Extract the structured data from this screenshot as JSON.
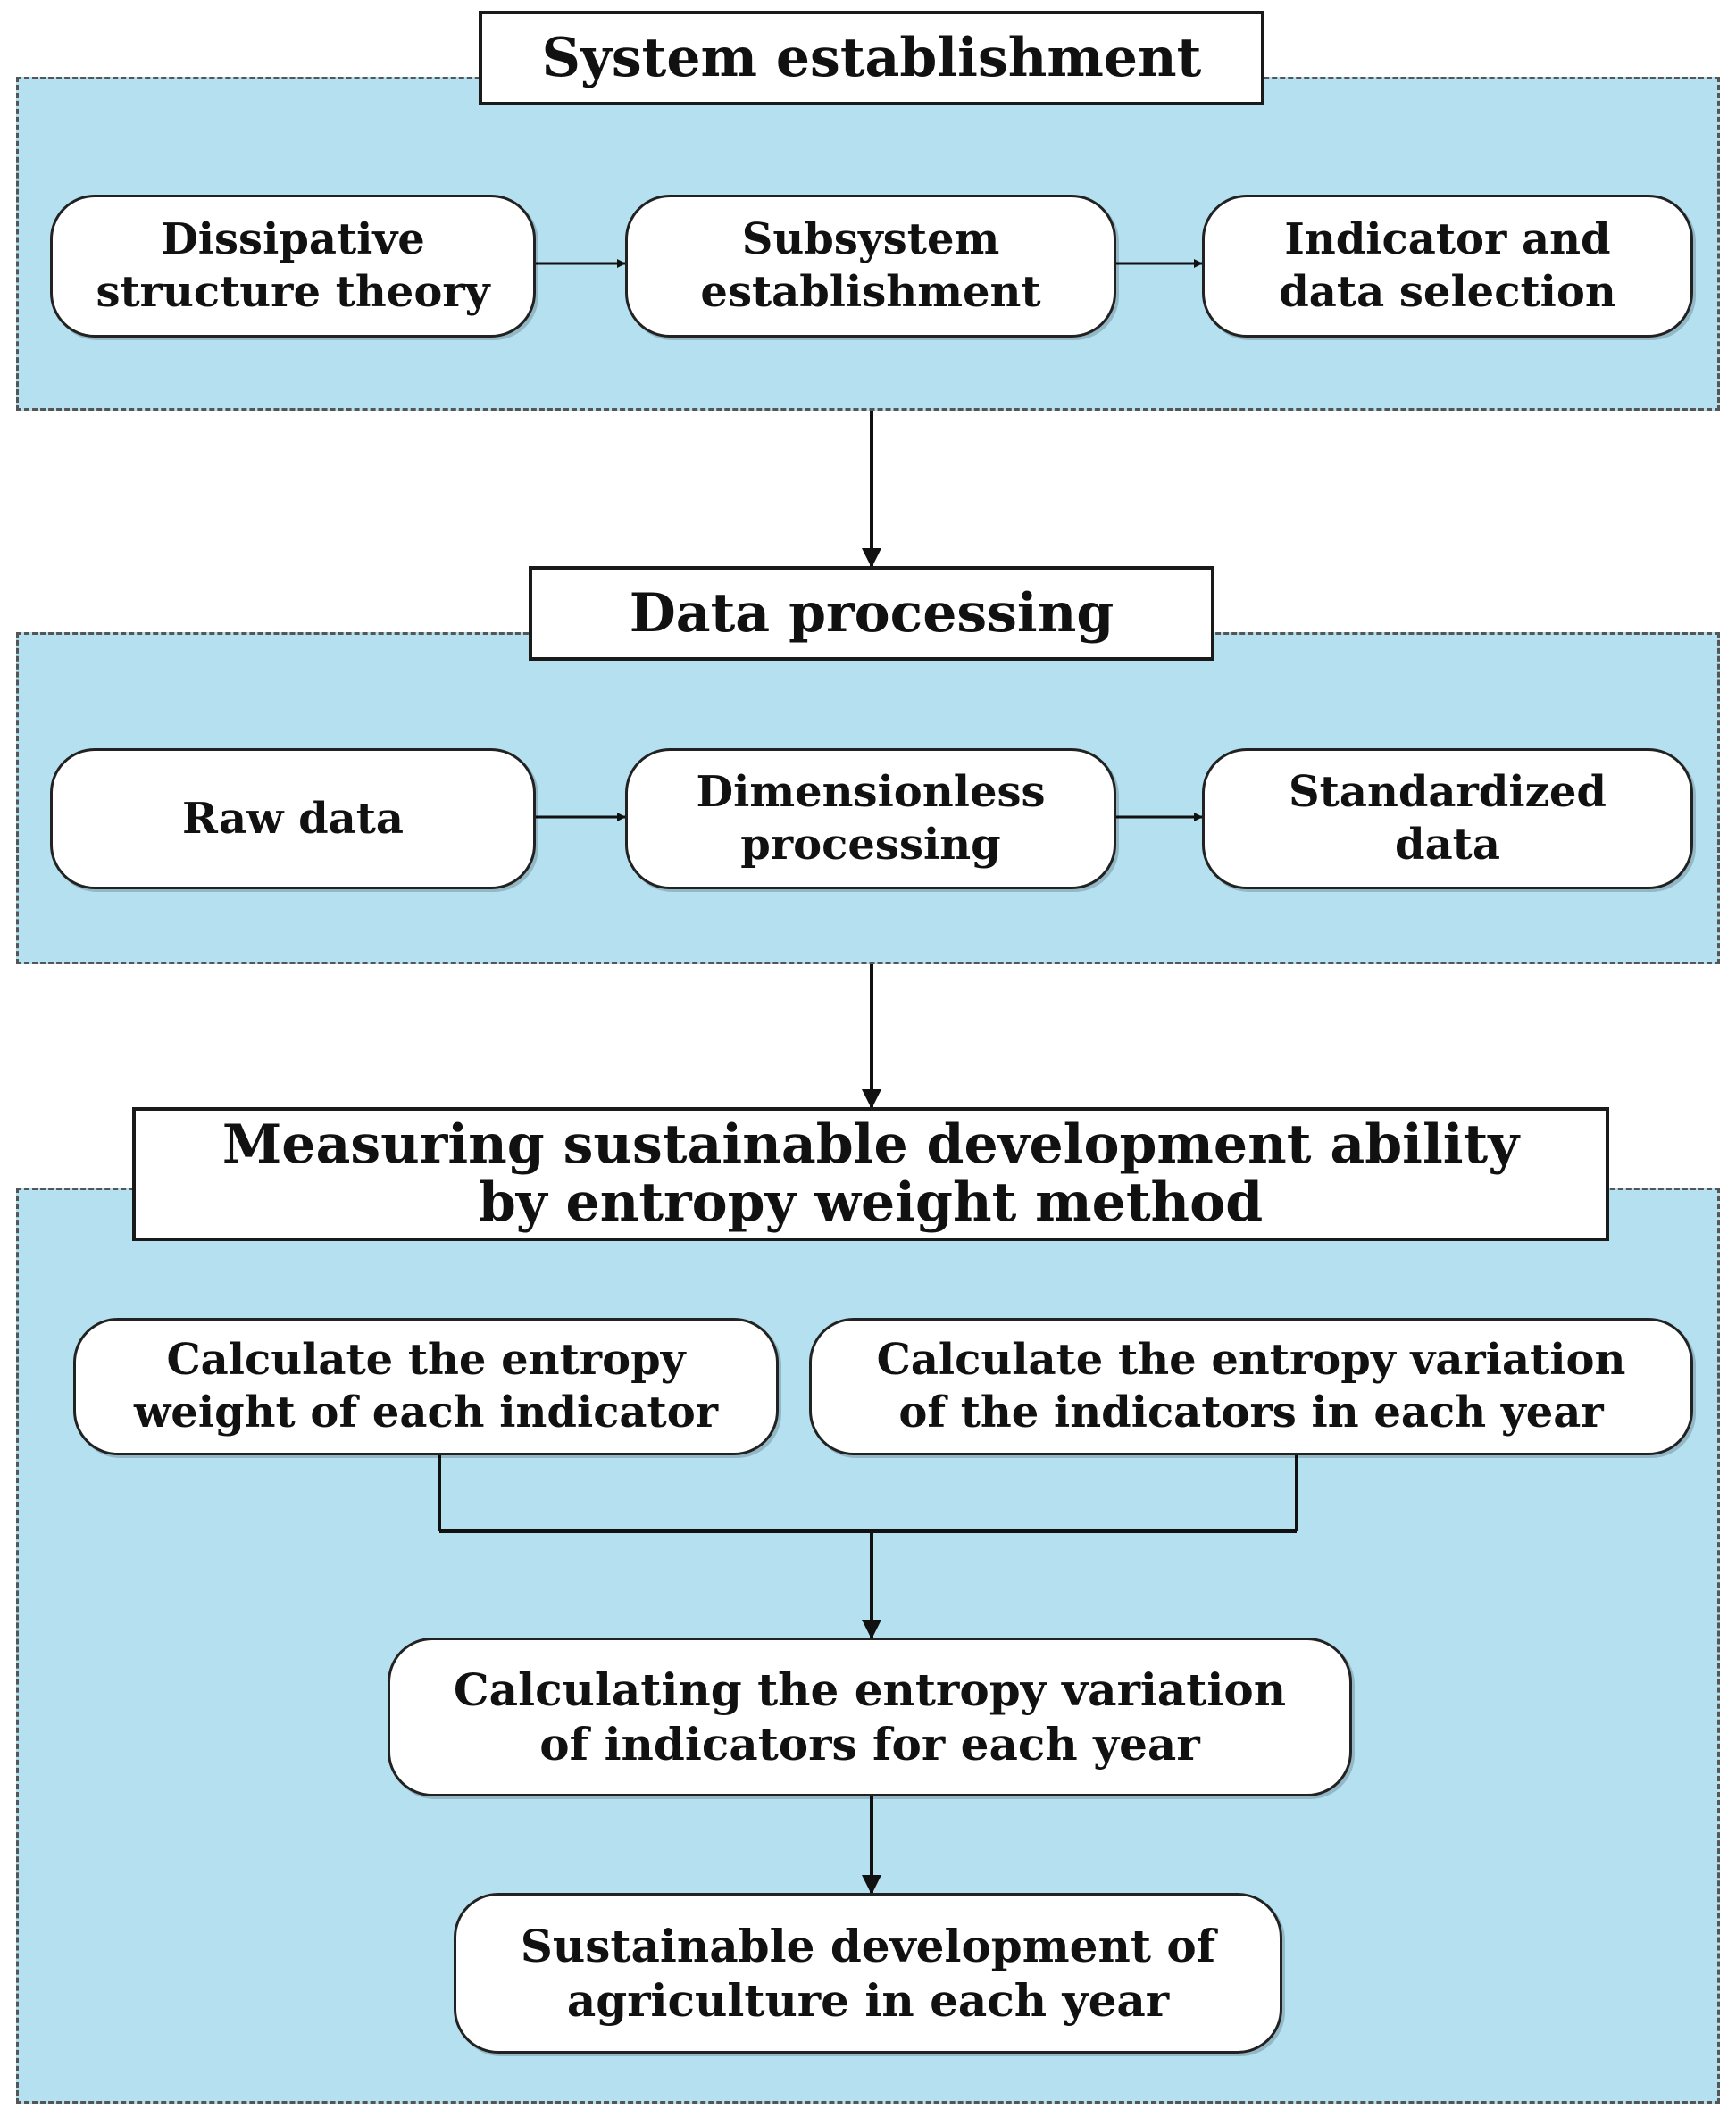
{
  "sections": {
    "system": {
      "title": "System establishment",
      "steps": [
        "Dissipative\nstructure theory",
        "Subsystem\nestablishment",
        "Indicator and\ndata selection"
      ]
    },
    "processing": {
      "title": "Data processing",
      "steps": [
        "Raw data",
        "Dimensionless\nprocessing",
        "Standardized\ndata"
      ]
    },
    "measuring": {
      "title": "Measuring sustainable development ability\nby entropy weight method",
      "steps": [
        "Calculate the entropy\nweight of each indicator",
        "Calculate the entropy variation\nof the indicators in each year",
        "Calculating the entropy variation\nof indicators for each year",
        "Sustainable development of\nagriculture in each year"
      ]
    }
  },
  "colors": {
    "panel_fill": "#b4e0f0",
    "panel_border": "#555555",
    "box_border": "#222222",
    "text": "#111111"
  }
}
